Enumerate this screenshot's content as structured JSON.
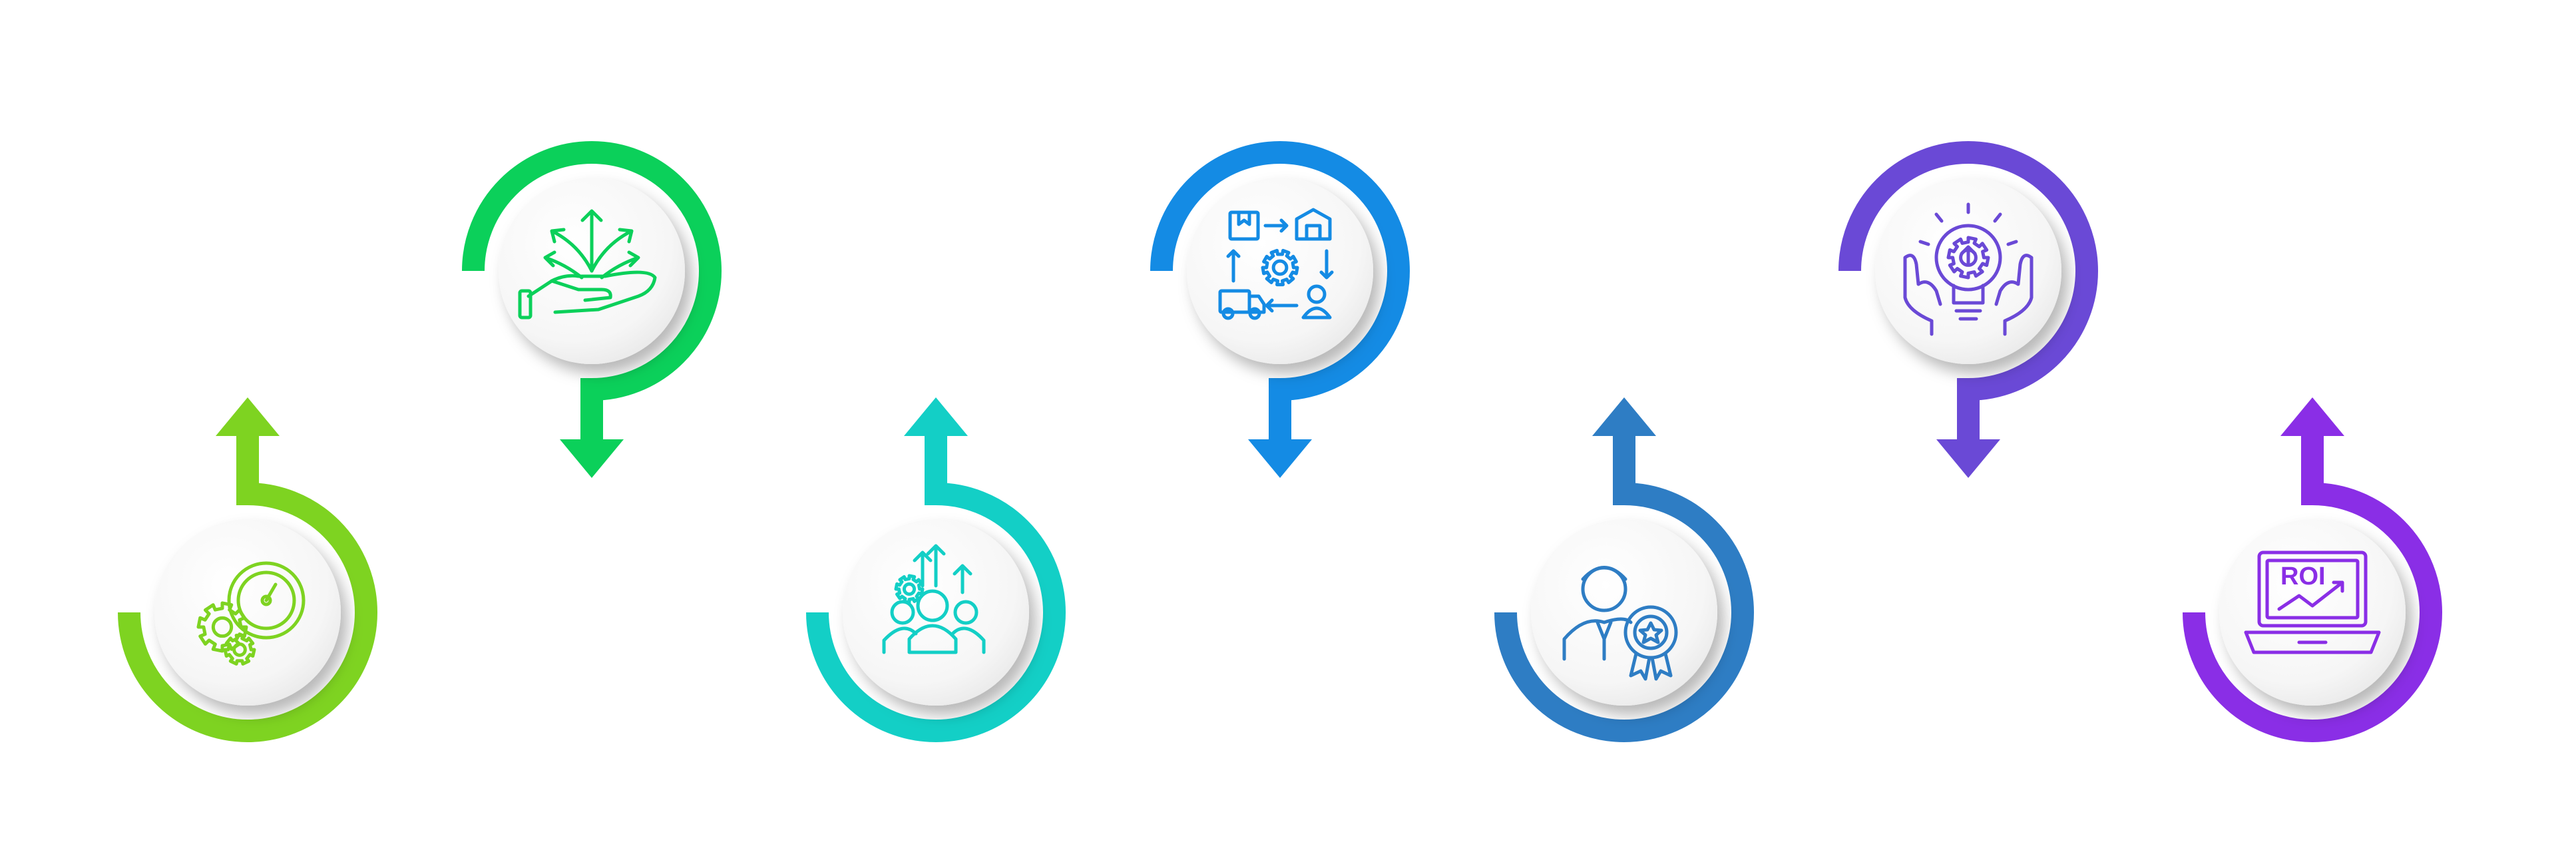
{
  "diagram": {
    "type": "infographic-steps",
    "steps": [
      {
        "id": 1,
        "position": "bottom",
        "arrow": "up",
        "color": "#7ed321",
        "icon": "gear-speedometer-icon"
      },
      {
        "id": 2,
        "position": "top",
        "arrow": "down",
        "color": "#0bd05a",
        "icon": "hand-branching-arrows-icon"
      },
      {
        "id": 3,
        "position": "bottom",
        "arrow": "up",
        "color": "#13cfc6",
        "icon": "team-growth-icon"
      },
      {
        "id": 4,
        "position": "top",
        "arrow": "down",
        "color": "#148be4",
        "icon": "supply-chain-cycle-icon"
      },
      {
        "id": 5,
        "position": "bottom",
        "arrow": "up",
        "color": "#2e7dc4",
        "icon": "employee-award-icon"
      },
      {
        "id": 6,
        "position": "top",
        "arrow": "down",
        "color": "#6a49d6",
        "icon": "hands-lightbulb-gear-icon"
      },
      {
        "id": 7,
        "position": "bottom",
        "arrow": "up",
        "color": "#8a2ee6",
        "icon": "laptop-roi-chart-icon"
      }
    ],
    "roi_label": "ROI"
  }
}
